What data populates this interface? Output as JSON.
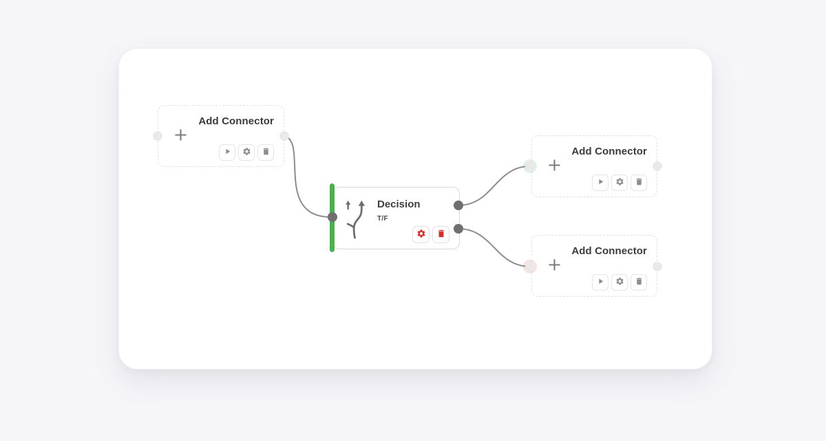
{
  "app": {
    "kind": "workflow-builder-canvas"
  },
  "colors": {
    "page_background": "#f6f5f8",
    "card_background": "#ffffff",
    "node_dashed_border": "#e2e2e2",
    "decision_border": "#d8d8d8",
    "accent_green": "#4caf50",
    "danger_red": "#d32f2f",
    "toolbar_icon_gray": "#8c8c8c",
    "title_text": "#3b3b3b",
    "edge_gray": "#8d8d8d",
    "port_light": "#e9e9e9",
    "port_dark": "#6f6f6f",
    "true_branch_ring": "#4caf50",
    "false_branch_ring": "#d32f2f"
  },
  "nodes": {
    "connector_left": {
      "title": "Add Connector",
      "toolbar": [
        "play-icon",
        "gear-icon",
        "trash-icon"
      ]
    },
    "connector_top_right": {
      "title": "Add Connector",
      "toolbar": [
        "play-icon",
        "gear-icon",
        "trash-icon"
      ]
    },
    "connector_bottom_right": {
      "title": "Add Connector",
      "toolbar": [
        "play-icon",
        "gear-icon",
        "trash-icon"
      ]
    },
    "decision": {
      "title": "Decision",
      "subtitle": "T/F",
      "toolbar": [
        "gear-icon",
        "trash-icon"
      ],
      "icon": "branch-split-icon"
    }
  }
}
